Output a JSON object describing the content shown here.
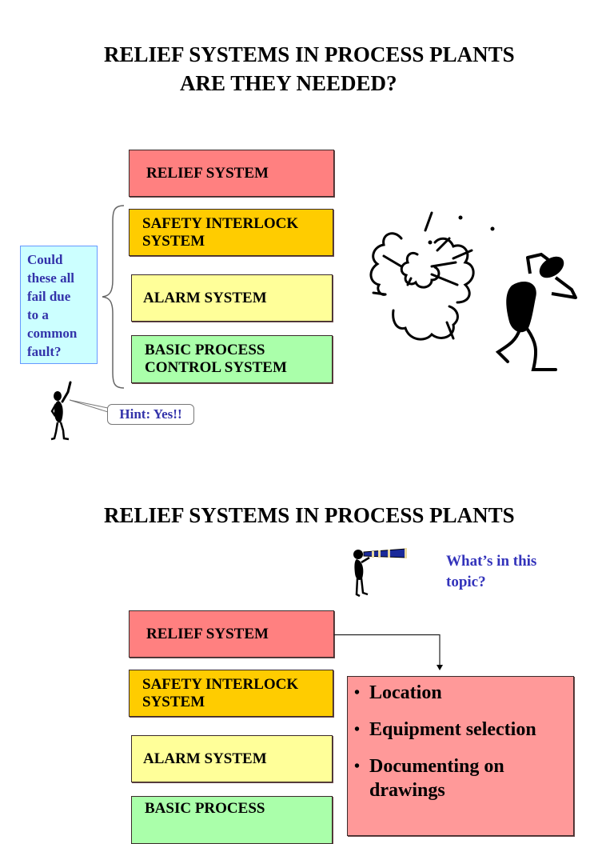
{
  "slide1": {
    "title_line1": "RELIEF SYSTEMS IN PROCESS PLANTS",
    "title_line2": "ARE THEY NEEDED?",
    "layers": [
      {
        "label": "RELIEF SYSTEM",
        "color": "#ff8080"
      },
      {
        "label_line1": "SAFETY INTERLOCK",
        "label_line2": "SYSTEM",
        "color": "#ffcc00"
      },
      {
        "label": "ALARM SYSTEM",
        "color": "#ffff99"
      },
      {
        "label_line1": "BASIC PROCESS",
        "label_line2": "CONTROL SYSTEM",
        "color": "#aaffaa"
      }
    ],
    "question_lines": [
      "Could",
      "these all",
      "fail due",
      "to a",
      "common",
      "fault?"
    ],
    "hint": "Hint: Yes!!",
    "icons": [
      "pointing-stick-figure-icon",
      "explosion-cloud-icon",
      "cowering-stick-figure-icon",
      "curly-brace-icon"
    ]
  },
  "slide2": {
    "title": "RELIEF SYSTEMS IN PROCESS PLANTS",
    "topic_question_line1": "What’s in this",
    "topic_question_line2": "topic?",
    "layers": [
      {
        "label": "RELIEF SYSTEM",
        "color": "#ff8080"
      },
      {
        "label_line1": "SAFETY INTERLOCK",
        "label_line2": "SYSTEM",
        "color": "#ffcc00"
      },
      {
        "label": "ALARM SYSTEM",
        "color": "#ffff99"
      },
      {
        "label_line1": "BASIC PROCESS",
        "color": "#aaffaa"
      }
    ],
    "topics": [
      {
        "bullet": "•",
        "text": "Location"
      },
      {
        "bullet": "•",
        "text": "Equipment selection"
      },
      {
        "bullet": "•",
        "text": "Documenting on drawings"
      }
    ],
    "icons": [
      "telescope-stick-figure-icon",
      "connector-arrow-icon"
    ]
  }
}
